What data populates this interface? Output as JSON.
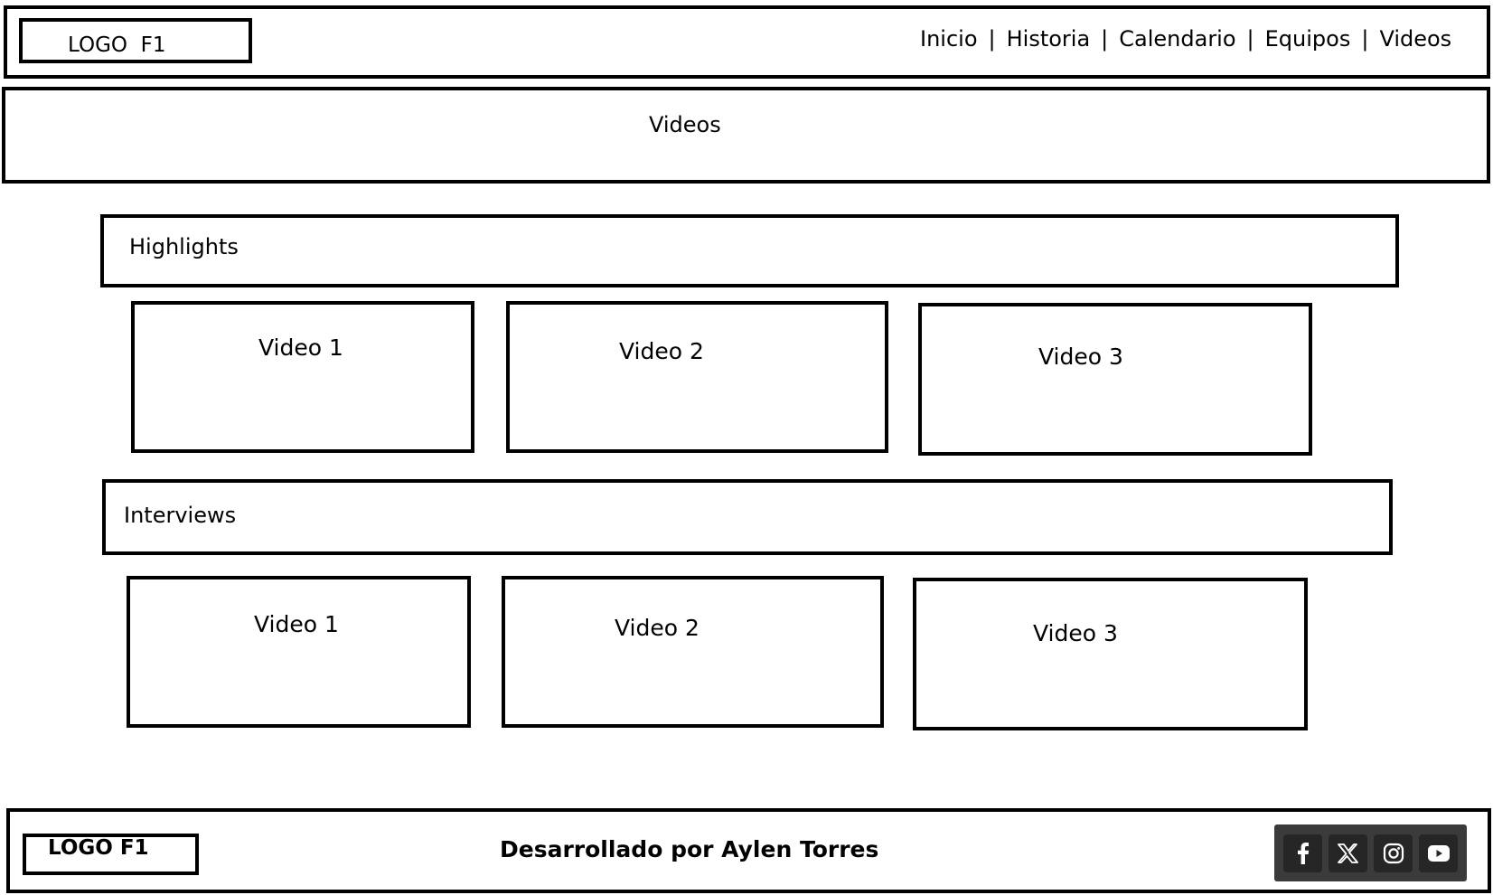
{
  "header": {
    "logo": "LOGO  F1",
    "nav": [
      {
        "label": "Inicio"
      },
      {
        "label": "Historia"
      },
      {
        "label": "Calendario"
      },
      {
        "label": "Equipos"
      },
      {
        "label": "Videos"
      }
    ],
    "separator": "|"
  },
  "banner": {
    "title": "Videos"
  },
  "sections": [
    {
      "title": "Highlights",
      "videos": [
        {
          "label": "Video 1"
        },
        {
          "label": "Video 2"
        },
        {
          "label": "Video 3"
        }
      ]
    },
    {
      "title": "Interviews",
      "videos": [
        {
          "label": "Video 1"
        },
        {
          "label": "Video 2"
        },
        {
          "label": "Video 3"
        }
      ]
    }
  ],
  "footer": {
    "logo": "LOGO F1",
    "credit": "Desarrollado por Aylen Torres",
    "social": [
      {
        "icon": "facebook-icon"
      },
      {
        "icon": "x-icon"
      },
      {
        "icon": "instagram-icon"
      },
      {
        "icon": "youtube-icon"
      }
    ]
  }
}
